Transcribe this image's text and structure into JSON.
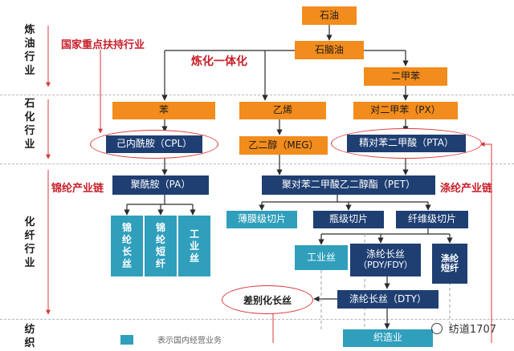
{
  "sections": {
    "refining": [
      "炼",
      "油",
      "行",
      "业"
    ],
    "petrochem": [
      "石",
      "化",
      "行",
      "业"
    ],
    "fiber": [
      "化",
      "纤",
      "行",
      "业"
    ],
    "textile": [
      "纺",
      "织"
    ]
  },
  "labels": {
    "key_support": "国家重点扶持行业",
    "integration": "炼化一体化",
    "nylon_chain": "锦纶产业链",
    "polyester_chain": "涤纶产业链"
  },
  "nodes": {
    "crude_oil": "石油",
    "naphtha": "石脑油",
    "xylene": "二甲苯",
    "benzene": "苯",
    "ethylene": "乙烯",
    "px": "对二甲苯（PX）",
    "cpl": "己内酰胺（CPL）",
    "meg": "乙二醇（MEG）",
    "pta": "精对苯二甲酸（PTA）",
    "pa": "聚酰胺（PA）",
    "pet": "聚对苯二甲酸乙二醇酯（PET）",
    "film_chip": "薄膜级切片",
    "bottle_chip": "瓶级切片",
    "fiber_chip": "纤维级切片",
    "nylon_filament": [
      "锦",
      "纶",
      "长",
      "丝"
    ],
    "nylon_staple": [
      "锦",
      "纶",
      "短",
      "纤"
    ],
    "industrial_yarn_nylon": [
      "工",
      "业",
      "丝"
    ],
    "industrial_yarn": "工业丝",
    "polyester_filament": "涤纶长丝",
    "poy_fdy": "（PDY/FDY）",
    "polyester_staple": [
      "涤",
      "纶",
      "短",
      "纤"
    ],
    "dty": "涤纶长丝（DTY）",
    "diff_filament": "差别化长丝",
    "weaving": "织造业"
  },
  "legend_partial": "表示国内经营业务",
  "watermark": "纺道1707"
}
